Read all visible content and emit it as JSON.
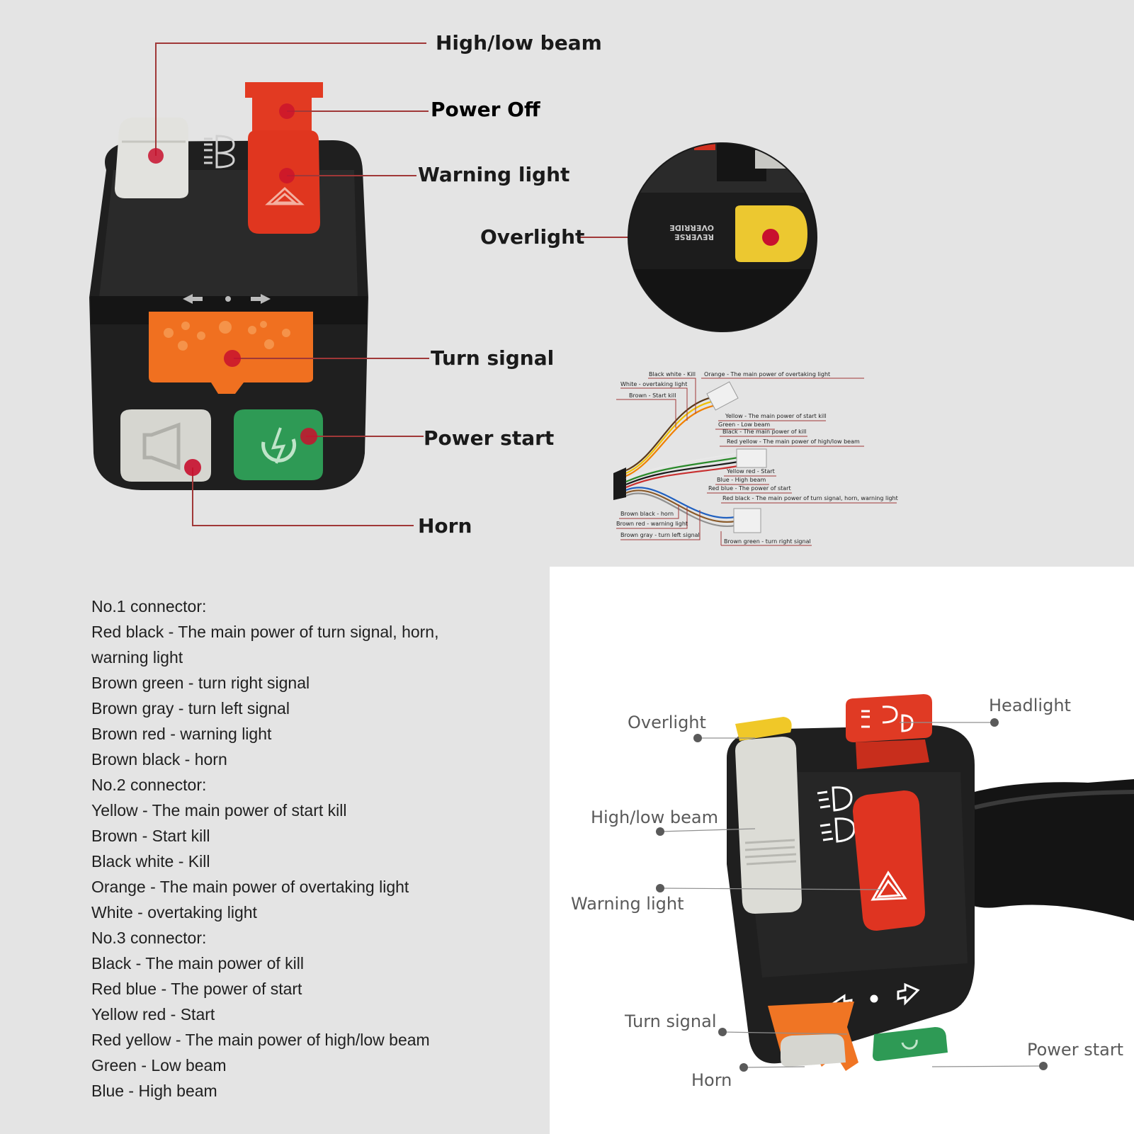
{
  "top_callouts": {
    "high_low_beam": "High/low beam",
    "power_off": "Power Off",
    "warning_light": "Warning light",
    "overlight": "Overlight",
    "turn_signal": "Turn signal",
    "power_start": "Power start",
    "horn": "Horn"
  },
  "switch_markings": {
    "reverse_override_line1": "REVERSE",
    "reverse_override_line2": "OVERRIDE"
  },
  "wiring_diagram": {
    "labels": {
      "black_white": "Black white - Kill",
      "orange": "Orange - The main power of overtaking light",
      "white": "White - overtaking light",
      "brown": "Brown - Start kill",
      "yellow": "Yellow - The main power of start kill",
      "green": "Green - Low beam",
      "black": "Black - The main power of kill",
      "red_yellow": "Red yellow - The main power of high/low beam",
      "yellow_red": "Yellow red - Start",
      "blue": "Blue - High beam",
      "red_blue": "Red blue - The power of start",
      "red_black": "Red black - The main power of turn signal, horn, warning light",
      "brown_black": "Brown black - horn",
      "brown_red": "Brown red - warning light",
      "brown_gray": "Brown gray - turn left signal",
      "brown_green": "Brown green - turn right signal"
    },
    "wire_colors": [
      "#5a3a1a",
      "#f0c000",
      "#f08000",
      "#ffffff",
      "#2a8a2a",
      "#1a1a1a",
      "#c83030",
      "#2060c0",
      "#8a5a2a",
      "#909090"
    ]
  },
  "connectors": {
    "no1_title": "No.1 connector:",
    "no1_items": [
      "Red black - The main power of turn signal, horn, warning light",
      "Brown green - turn right signal",
      "Brown gray - turn left signal",
      "Brown red - warning light",
      "Brown black - horn"
    ],
    "no2_title": "No.2 connector:",
    "no2_items": [
      "Yellow - The main power of start kill",
      "Brown - Start kill",
      "Black white - Kill",
      "Orange - The main power of overtaking light",
      "White - overtaking light"
    ],
    "no3_title": "No.3 connector:",
    "no3_items": [
      "Black - The main power of kill",
      "Red blue - The power of start",
      "Yellow red - Start",
      "Red yellow - The main power of high/low beam",
      "Green - Low beam",
      "Blue - High beam"
    ]
  },
  "bottom_callouts": {
    "overlight": "Overlight",
    "headlight": "Headlight",
    "high_low_beam": "High/low beam",
    "warning_light": "Warning light",
    "turn_signal": "Turn signal",
    "horn": "Horn",
    "power_start": "Power start"
  },
  "colors": {
    "background": "#e4e4e4",
    "panel": "#ffffff",
    "callout_line": "#a03838",
    "marker": "#c8102e",
    "switch_body": "#1f1f1f",
    "red_button": "#e03a24",
    "orange_button": "#f07020",
    "green_button": "#2e9a55",
    "gray_button": "#d6d6d0",
    "yellow_button": "#ecc830"
  }
}
